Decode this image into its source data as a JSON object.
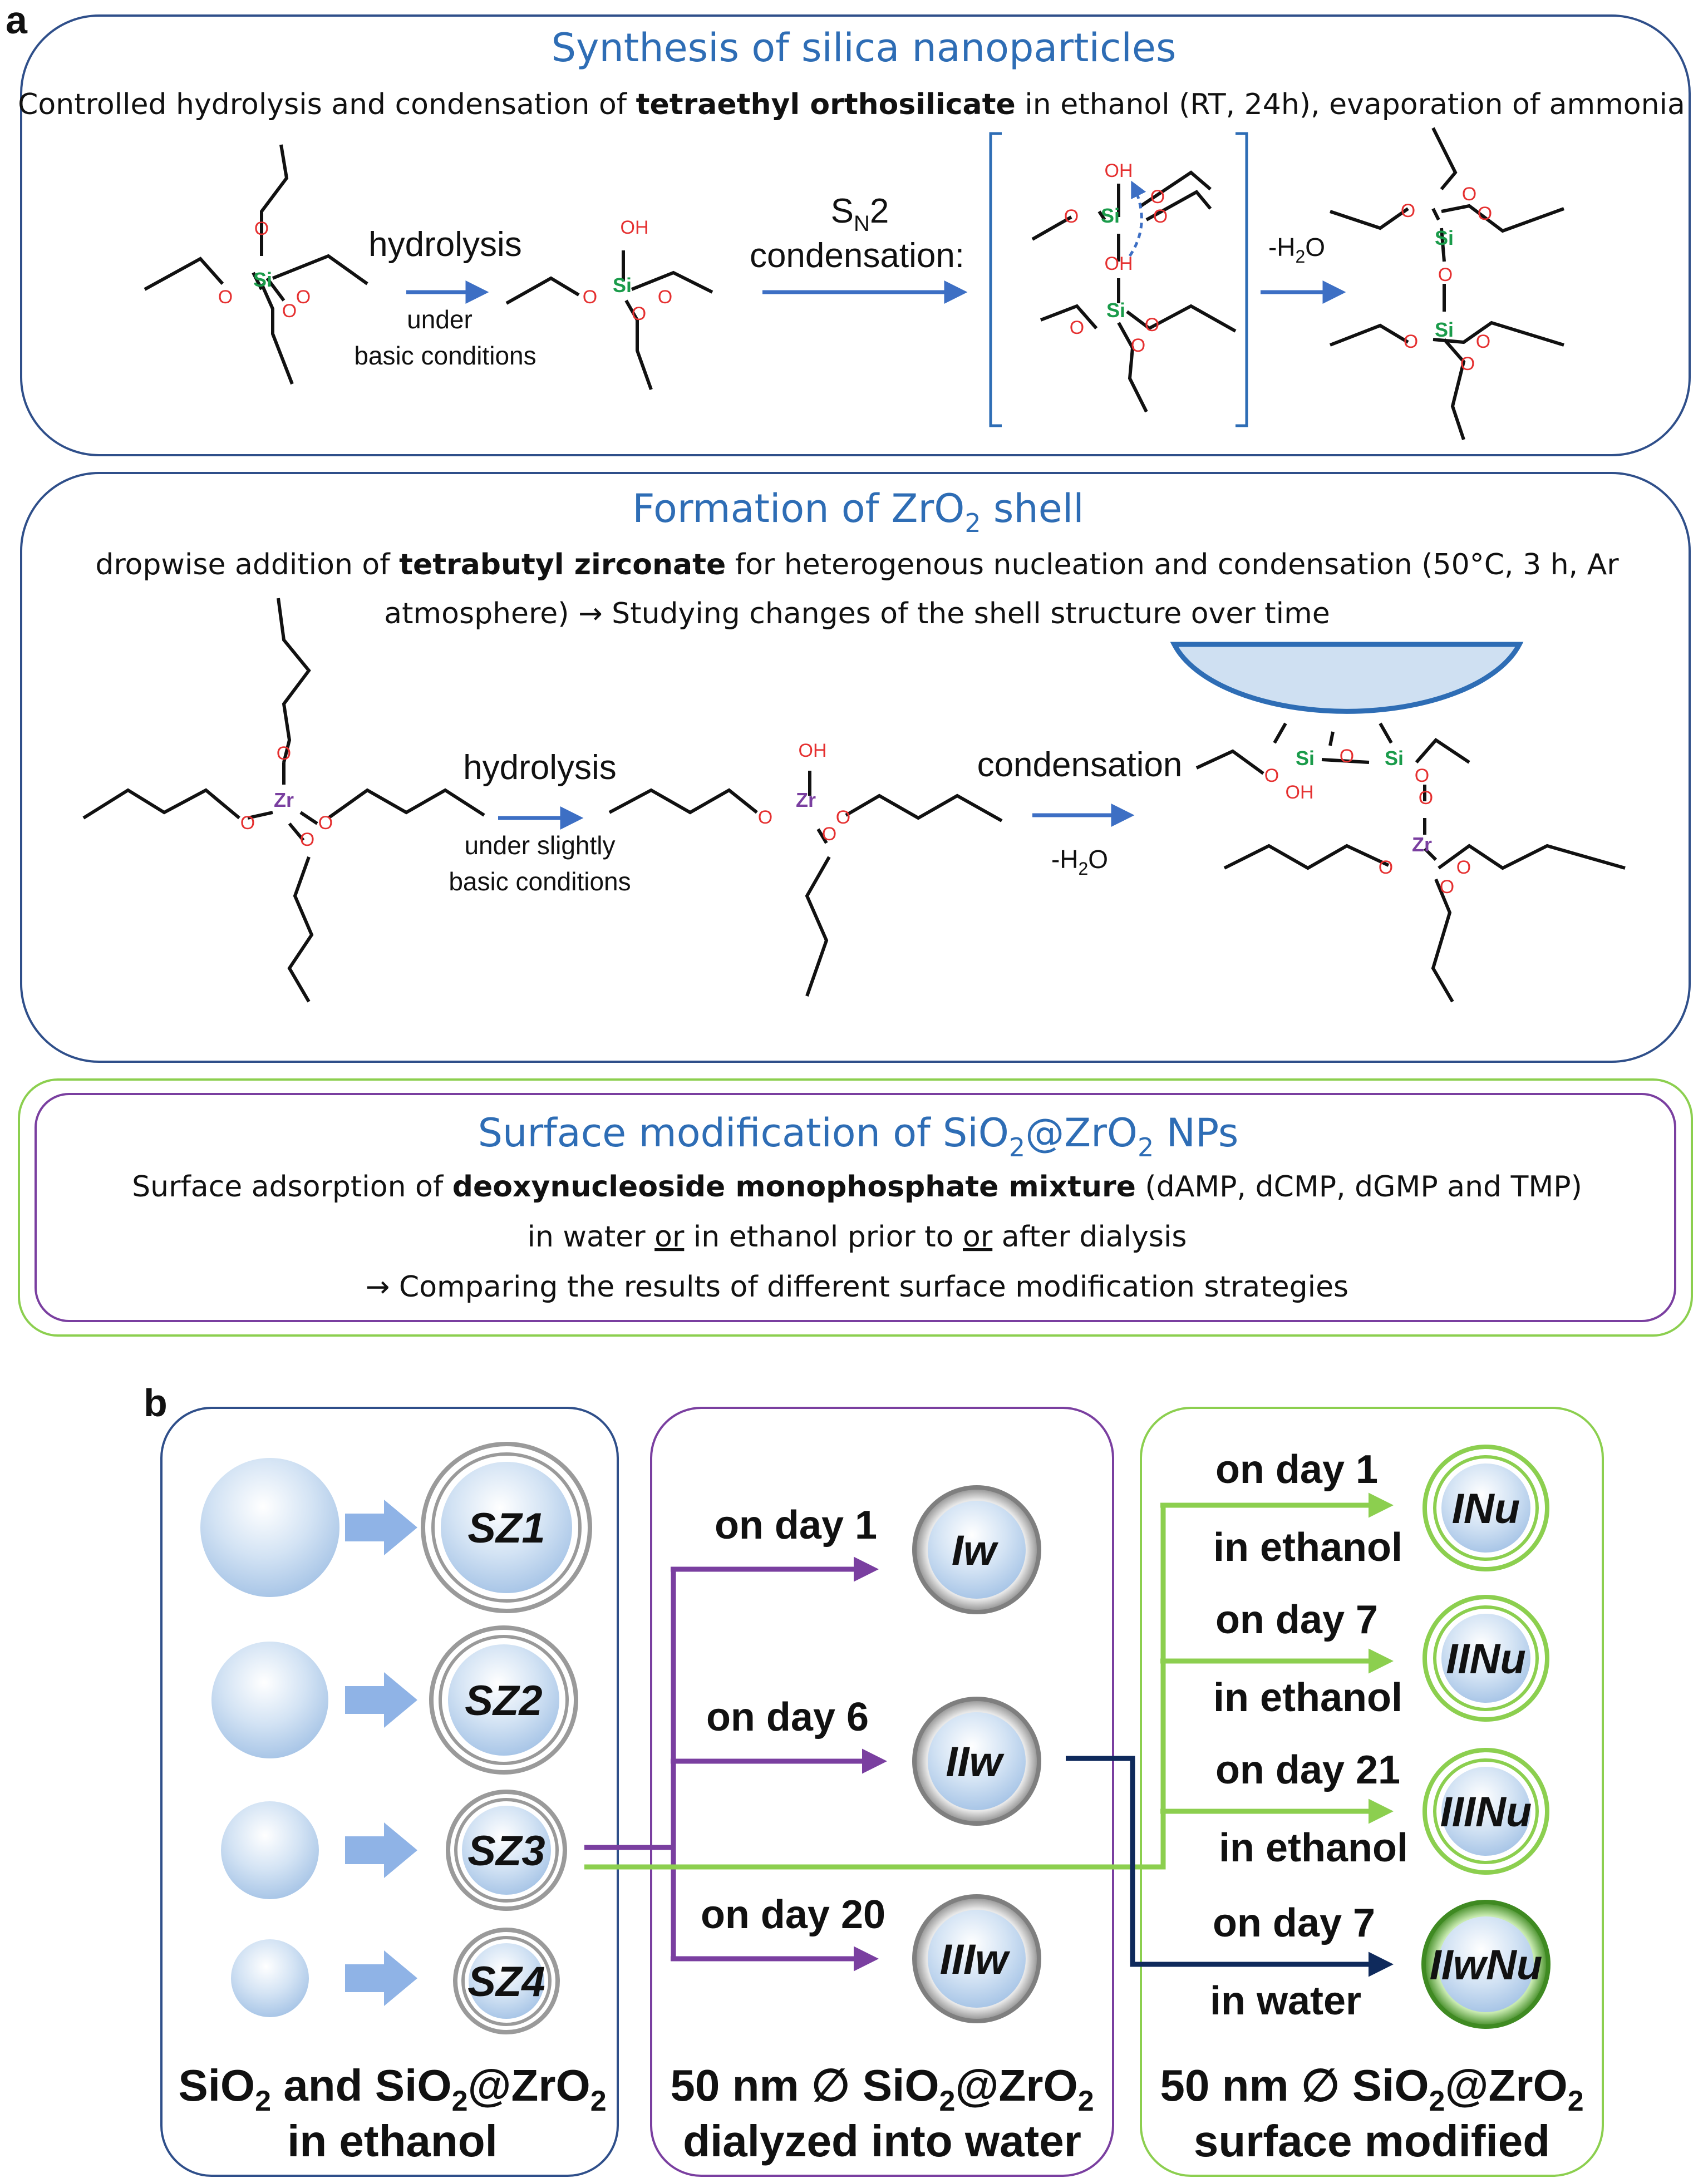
{
  "panel_a": {
    "letter": "a",
    "box1": {
      "title": "Synthesis of silica nanoparticles",
      "desc_pre": "Controlled hydrolysis and condensation of ",
      "desc_bold": "tetraethyl orthosilicate",
      "desc_post": " in ethanol (RT, 24h), evaporation of ammonia",
      "hydrolysis": "hydrolysis",
      "under": "under",
      "basic": "basic conditions",
      "sn": "S",
      "sn_sub": "N",
      "sn_2": "2",
      "condensation": "condensation:",
      "minus": "-H",
      "h2o_sub": "2",
      "h2o_o": "O"
    },
    "box2": {
      "title_pre": "Formation of ZrO",
      "title_sub": "2",
      "title_post": " shell",
      "desc1_pre": "dropwise addition of ",
      "desc1_bold": "tetrabutyl zirconate",
      "desc1_post": " for heterogenous nucleation and condensation (50°C, 3 h, Ar",
      "desc2": "atmosphere) → Studying changes of the shell structure over time",
      "hydrolysis": "hydrolysis",
      "under": "under slightly",
      "basic": "basic conditions",
      "condensation": "condensation",
      "minus": "-H",
      "h2o_sub": "2",
      "h2o_o": "O"
    },
    "box3": {
      "title_pre": "Surface modification of SiO",
      "title_sub1": "2",
      "title_mid": "@ZrO",
      "title_sub2": "2",
      "title_post": " NPs",
      "line1_pre": "Surface adsorption of ",
      "line1_bold": "deoxynucleoside monophosphate mixture",
      "line1_post": " (dAMP, dCMP, dGMP and TMP)",
      "line2_a": "in water ",
      "line2_or1": "or",
      "line2_b": " in ethanol prior to ",
      "line2_or2": "or",
      "line2_c": " after dialysis",
      "line3": "→ Comparing the results of different surface modification strategies"
    },
    "atoms": {
      "O": "O",
      "OH": "OH",
      "Si": "Si",
      "Zr": "Zr"
    }
  },
  "panel_b": {
    "letter": "b",
    "col1": {
      "particles": [
        "SZ1",
        "SZ2",
        "SZ3",
        "SZ4"
      ],
      "footer_a": "SiO",
      "footer_sub1": "2",
      "footer_b": " and SiO",
      "footer_sub2": "2",
      "footer_c": "@ZrO",
      "footer_sub3": "2",
      "footer_line2": "in ethanol"
    },
    "col2": {
      "labels": [
        "on day 1",
        "on day 6",
        "on day 20"
      ],
      "particles": [
        "Iw",
        "IIw",
        "IIIw"
      ],
      "footer_a": "50 nm ∅ SiO",
      "footer_sub1": "2",
      "footer_b": "@ZrO",
      "footer_sub2": "2",
      "footer_line2": "dialyzed into water"
    },
    "col3": {
      "labels_top": [
        "on day 1",
        "on day 7",
        "on day 21",
        "on day 7"
      ],
      "labels_bottom": [
        "in ethanol",
        "in ethanol",
        "in ethanol",
        "in water"
      ],
      "particles": [
        "INu",
        "IINu",
        "IIINu",
        "IIwNu"
      ],
      "footer_a": "50 nm ∅ SiO",
      "footer_sub1": "2",
      "footer_b": "@ZrO",
      "footer_sub2": "2",
      "footer_line2": "surface modified"
    }
  },
  "colors": {
    "blue_box": "#2f4f8a",
    "purple": "#7a3fa0",
    "green": "#8ccf4f",
    "navy": "#0f2a5c",
    "arrow_blue": "#3d6fc4"
  }
}
